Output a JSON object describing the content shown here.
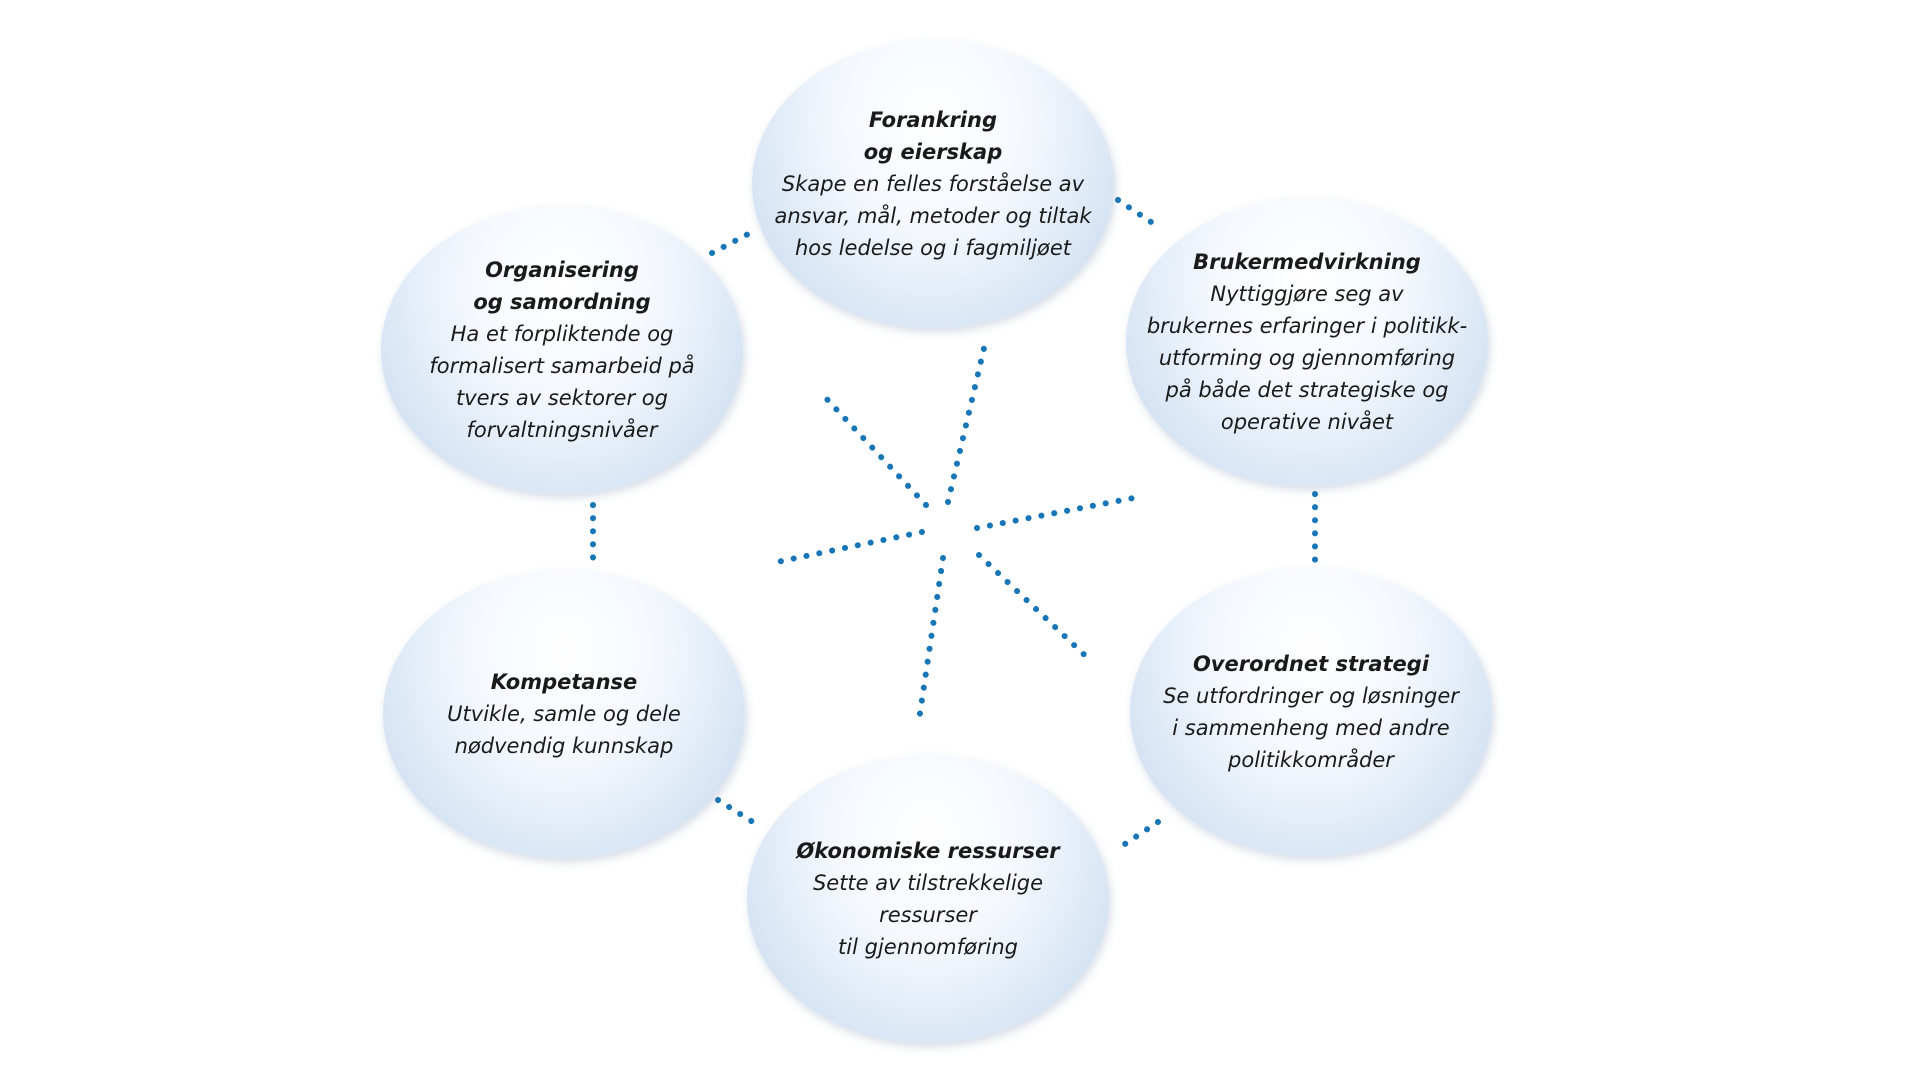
{
  "colors": {
    "dots": "#1976b6",
    "circle_edge": "#bdd2ea",
    "background": "#ffffff"
  },
  "nodes": [
    {
      "id": "forankring",
      "title": "Forankring\nog eierskap",
      "description": "Skape en felles forståelse av\nansvar, mål, metoder og tiltak\nhos ledelse og i fagmiljøet"
    },
    {
      "id": "brukermedvirkning",
      "title": "Brukermedvirkning",
      "description": "Nyttiggjøre seg av\nbrukernes erfaringer i politikk-\nutforming og gjennomføring\npå både det strategiske og\noperative nivået"
    },
    {
      "id": "overordnet",
      "title": "Overordnet strategi",
      "description": "Se utfordringer og løsninger\ni sammenheng med andre\npolitikkområder"
    },
    {
      "id": "okonomiske",
      "title": "Økonomiske ressurser",
      "description": "Sette av tilstrekkelige ressurser\ntil gjennomføring"
    },
    {
      "id": "kompetanse",
      "title": "Kompetanse",
      "description": "Utvikle, samle og dele\nnødvendig kunnskap"
    },
    {
      "id": "organisering",
      "title": "Organisering\nog samordning",
      "description": "Ha et forpliktende og\nformalisert samarbeid på\ntvers av sektorer og\nforvaltningsnivåer"
    }
  ]
}
